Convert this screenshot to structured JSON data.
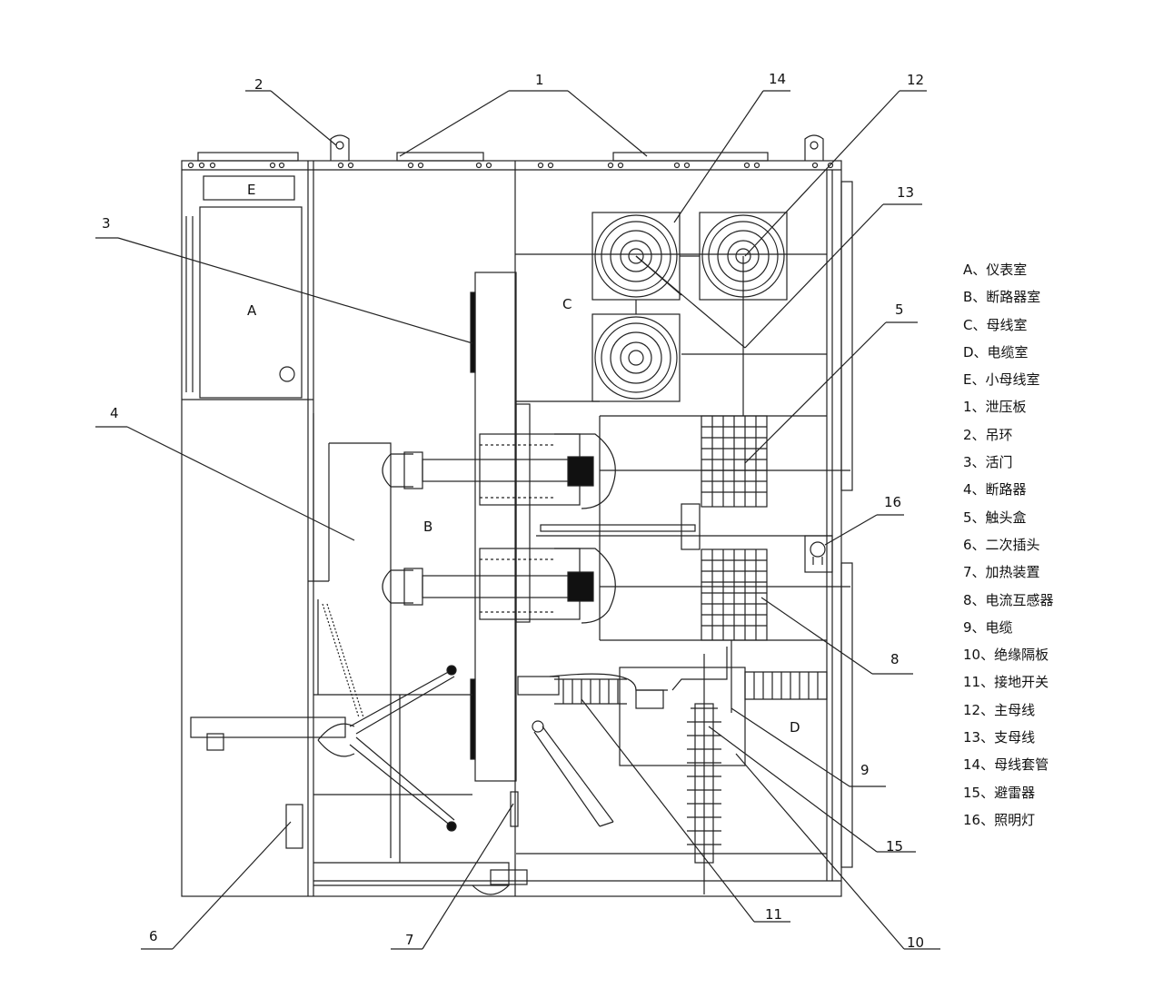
{
  "sections": {
    "A": "A",
    "B": "B",
    "C": "C",
    "D": "D",
    "E": "E"
  },
  "callouts": [
    "1",
    "2",
    "3",
    "4",
    "5",
    "6",
    "7",
    "8",
    "9",
    "10",
    "11",
    "12",
    "13",
    "14",
    "15",
    "16"
  ],
  "legend": [
    "A、仪表室",
    "B、断路器室",
    "C、母线室",
    "D、电缆室",
    "E、小母线室",
    "1、泄压板",
    "2、吊环",
    "3、活门",
    "4、断路器",
    "5、触头盒",
    "6、二次插头",
    "7、加热装置",
    "8、电流互感器",
    "9、电缆",
    "10、绝缘隔板",
    "11、接地开关",
    "12、主母线",
    "13、支母线",
    "14、母线套管",
    "15、避雷器",
    "16、照明灯"
  ]
}
